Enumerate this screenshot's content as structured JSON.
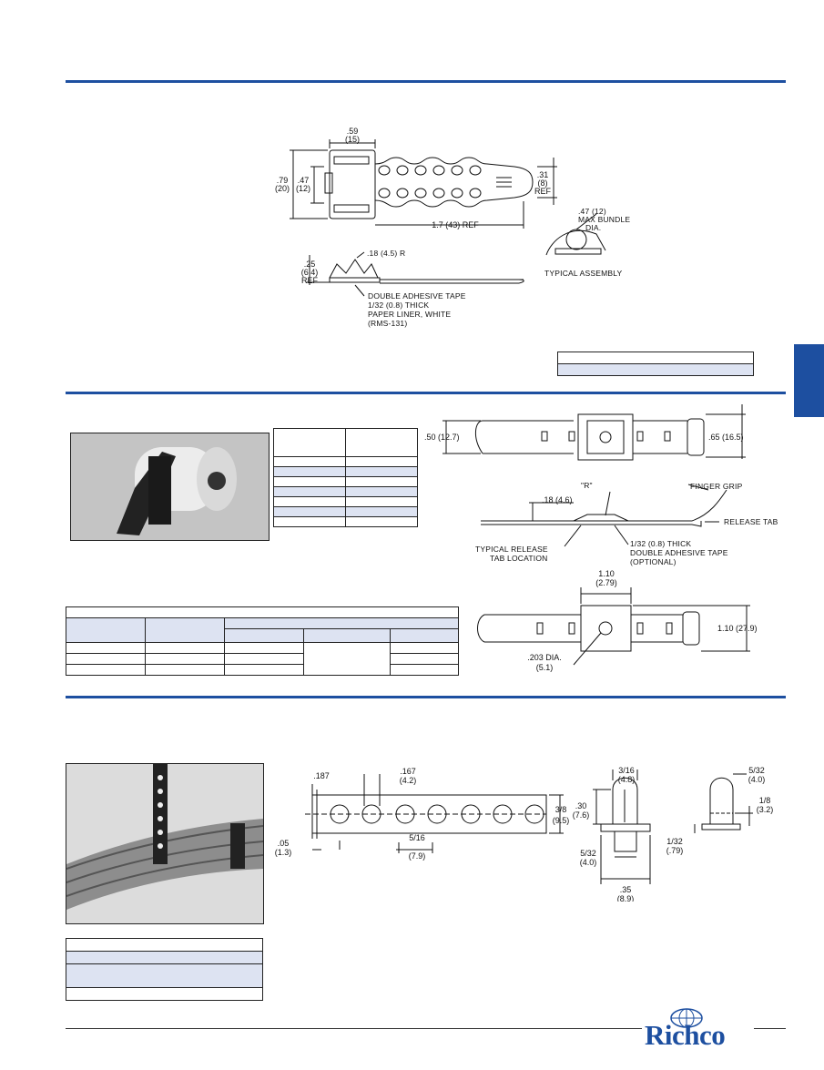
{
  "brand": {
    "name": "Richco",
    "accent": "#1d4fa0",
    "band": "#dde3f2"
  },
  "sec1": {
    "top_width": ".59",
    "top_width_mm": "(15)",
    "height": ".79",
    "height_mm": "(20)",
    "inner_height": ".47",
    "inner_height_mm": "(12)",
    "tail_height": ".31",
    "tail_height_mm": "(8)",
    "tail_ref": "REF",
    "length": "1.7 (43) REF",
    "bundle_1": ".47 (12)",
    "bundle_2": "MAX BUNDLE",
    "bundle_3": "DIA.",
    "assembly": "TYPICAL ASSEMBLY",
    "radius": ".18 (4.5) R",
    "side_h": ".25",
    "side_h_mm": "(6.4)",
    "side_ref": "REF",
    "tape_1": "DOUBLE ADHESIVE TAPE",
    "tape_2": "1/32 (0.8) THICK",
    "tape_3": "PAPER LINER, WHITE",
    "tape_4": "(RMS-131)"
  },
  "sec2": {
    "w1": ".50 (12.7)",
    "w2": ".65 (16.5)",
    "r": "\"R\"",
    "finger": "FINGER GRIP",
    "h": ".18 (4.6)",
    "release": "RELEASE TAB",
    "trt_1": "TYPICAL RELEASE",
    "trt_2": "TAB LOCATION",
    "tape_1": "1/32 (0.8) THICK",
    "tape_2": "DOUBLE ADHESIVE TAPE",
    "tape_3": "(OPTIONAL)",
    "base_w": "1.10",
    "base_w_mm": "(2.79)",
    "base_h": "1.10 (27.9)",
    "hole": ".203 DIA.",
    "hole_mm": "(5.1)"
  },
  "sec3": {
    "d187": ".187",
    "d167": ".167",
    "d167_mm": "(4.2)",
    "d38": "3/8",
    "d38_mm": "(9.5)",
    "d05": ".05",
    "d05_mm": "(1.3)",
    "d516": "5/16",
    "d516_mm": "(7.9)",
    "d316": "3/16",
    "d316_mm": "(4.8)",
    "d30": ".30",
    "d30_mm": "(7.6)",
    "d532a": "5/32",
    "d532a_mm": "(4.0)",
    "d35": ".35",
    "d35_mm": "(8.9)",
    "d532b": "5/32",
    "d532b_mm": "(4.0)",
    "d18": "1/8",
    "d18_mm": "(3.2)",
    "d132": "1/32",
    "d132_mm": "(.79)"
  }
}
